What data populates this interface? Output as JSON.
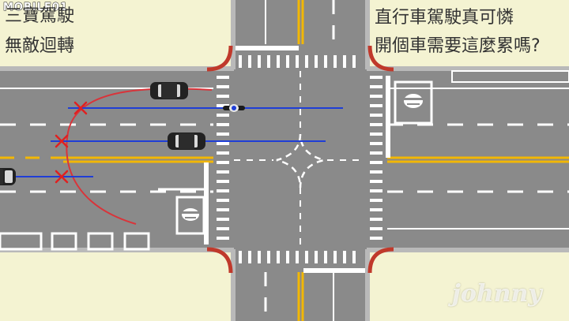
{
  "caption_left": {
    "line1": "三寶駕駛",
    "line2": "無敵迴轉"
  },
  "caption_right": {
    "line1": "直行車駕駛真可憐",
    "line2": "開個車需要這麼累嗎?"
  },
  "logo": {
    "text": "MOBILE01"
  },
  "signature": {
    "text": "johnny"
  },
  "colors": {
    "ground": "#f4f3d2",
    "road": "#8a8a8a",
    "lane_line": "#ffffff",
    "center_line": "#f2b705",
    "curb": "#c0392b",
    "trajectory_red": "#d9343a",
    "trajectory_blue": "#1f3ed6",
    "marker_x": "#e02020"
  },
  "icons": [
    "scooter-waiting-box-icon",
    "scooter-icon",
    "car-icon",
    "x-mark-icon"
  ]
}
